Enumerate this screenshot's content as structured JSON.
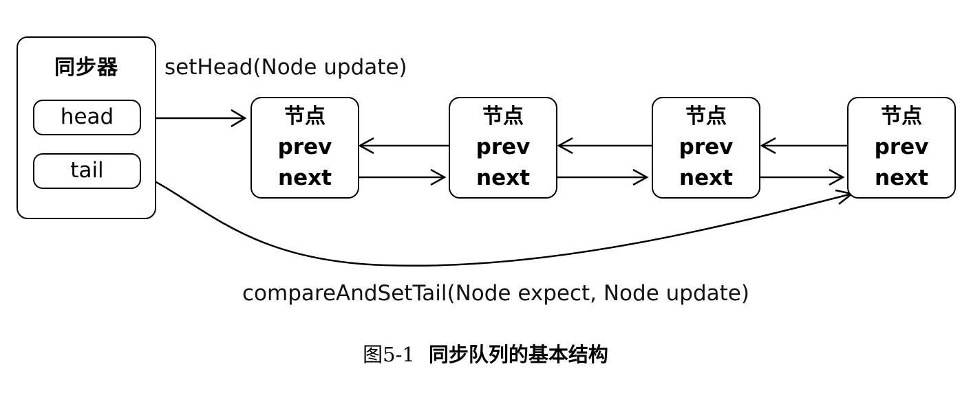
{
  "synchronizer": {
    "title": "同步器",
    "head_label": "head",
    "tail_label": "tail"
  },
  "nodes": [
    {
      "title": "节点",
      "prev": "prev",
      "next": "next"
    },
    {
      "title": "节点",
      "prev": "prev",
      "next": "next"
    },
    {
      "title": "节点",
      "prev": "prev",
      "next": "next"
    },
    {
      "title": "节点",
      "prev": "prev",
      "next": "next"
    }
  ],
  "operations": {
    "set_head": "setHead(Node update)",
    "compare_and_set_tail": "compareAndSetTail(Node expect, Node update)"
  },
  "caption": {
    "number": "图5-1",
    "text": "同步队列的基本结构"
  }
}
